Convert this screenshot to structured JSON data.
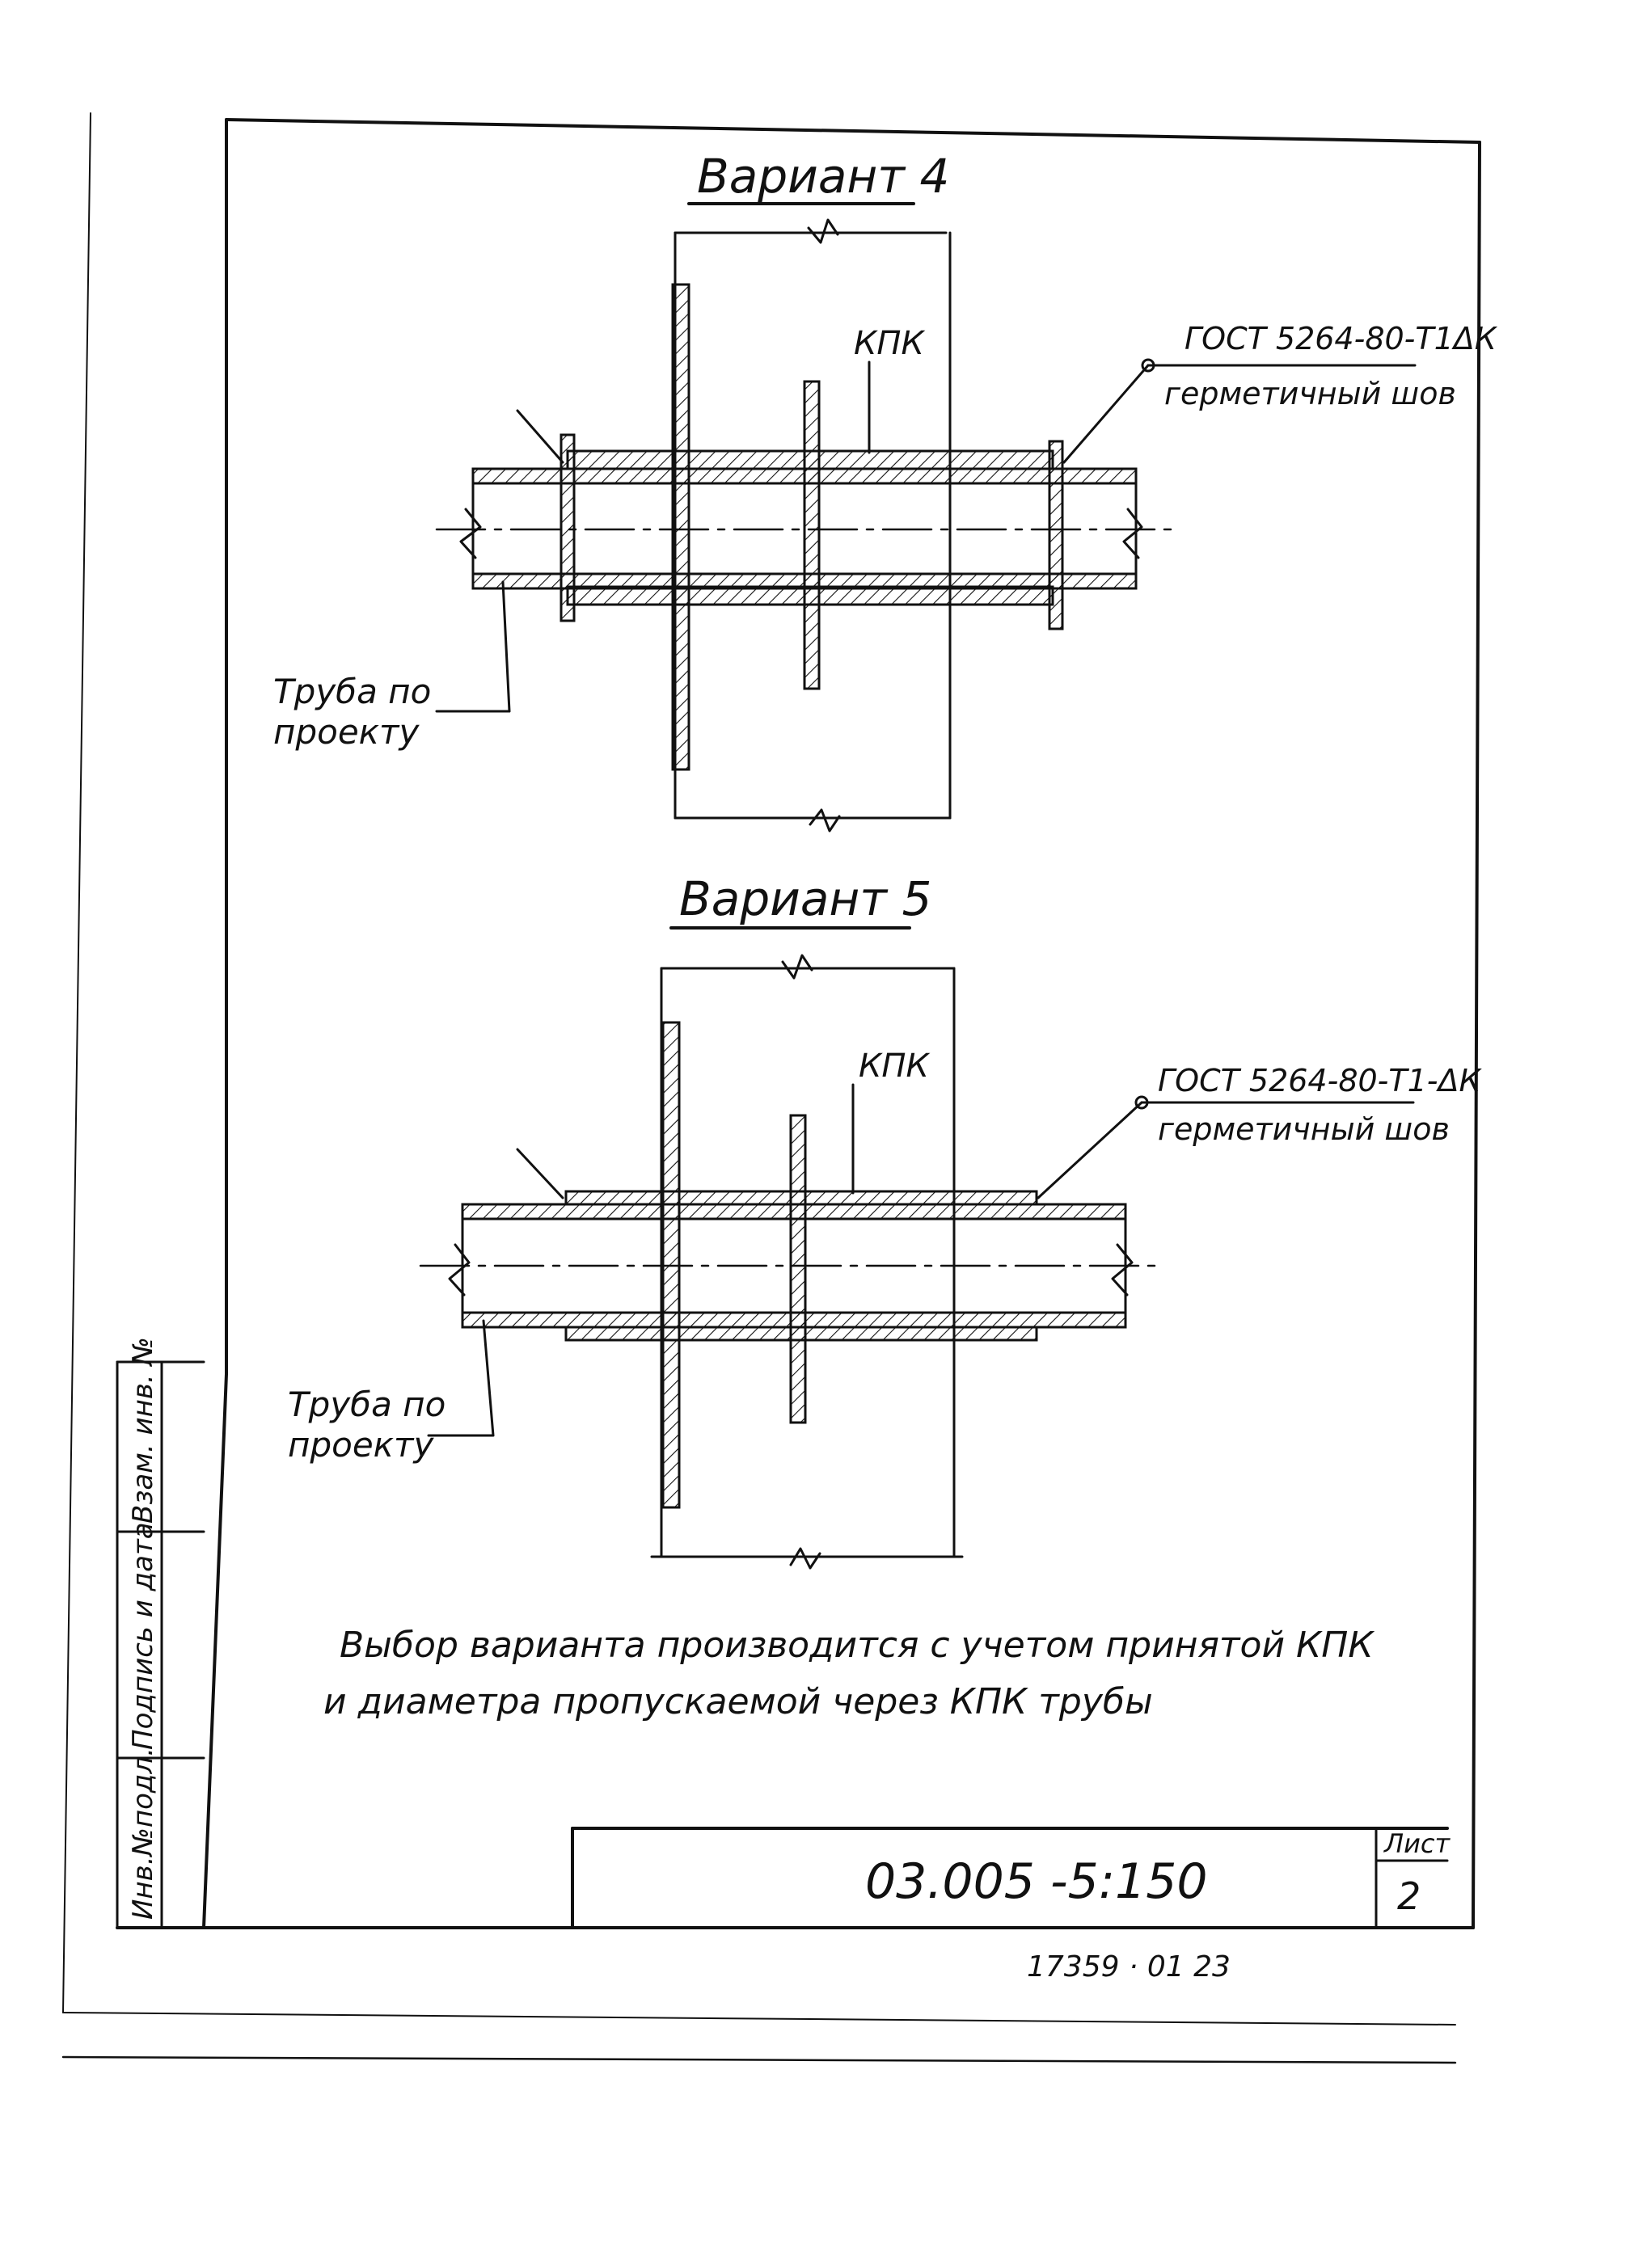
{
  "variant4": {
    "title": "Вариант 4",
    "kpk_label": "КПК",
    "gost_line": "ГОСТ 5264-80-Т1ΔК",
    "seam_line": "герметичный шов",
    "pipe_label_line1": "Труба по",
    "pipe_label_line2": "проекту"
  },
  "variant5": {
    "title": "Вариант 5",
    "kpk_label": "КПК",
    "gost_line": "ГОСТ 5264-80-Т1-ΔК",
    "seam_line": "герметичный шов",
    "pipe_label_line1": "Труба по",
    "pipe_label_line2": "проекту"
  },
  "note": {
    "line1": "Выбор варианта производится с учетом принятой КПК",
    "line2": "и диаметра пропускаемой через КПК трубы"
  },
  "stamp": {
    "document_code": "03.005 -5:150",
    "sheet_label": "Лист",
    "sheet_number": "2"
  },
  "side_stamp": {
    "col1": "Инв.№подл.",
    "col2": "Подпись и дата",
    "col3": "Взам. инв. №"
  },
  "archive_number": "17359 · 01     23",
  "colors": {
    "ink": "#111111",
    "paper": "#ffffff"
  }
}
